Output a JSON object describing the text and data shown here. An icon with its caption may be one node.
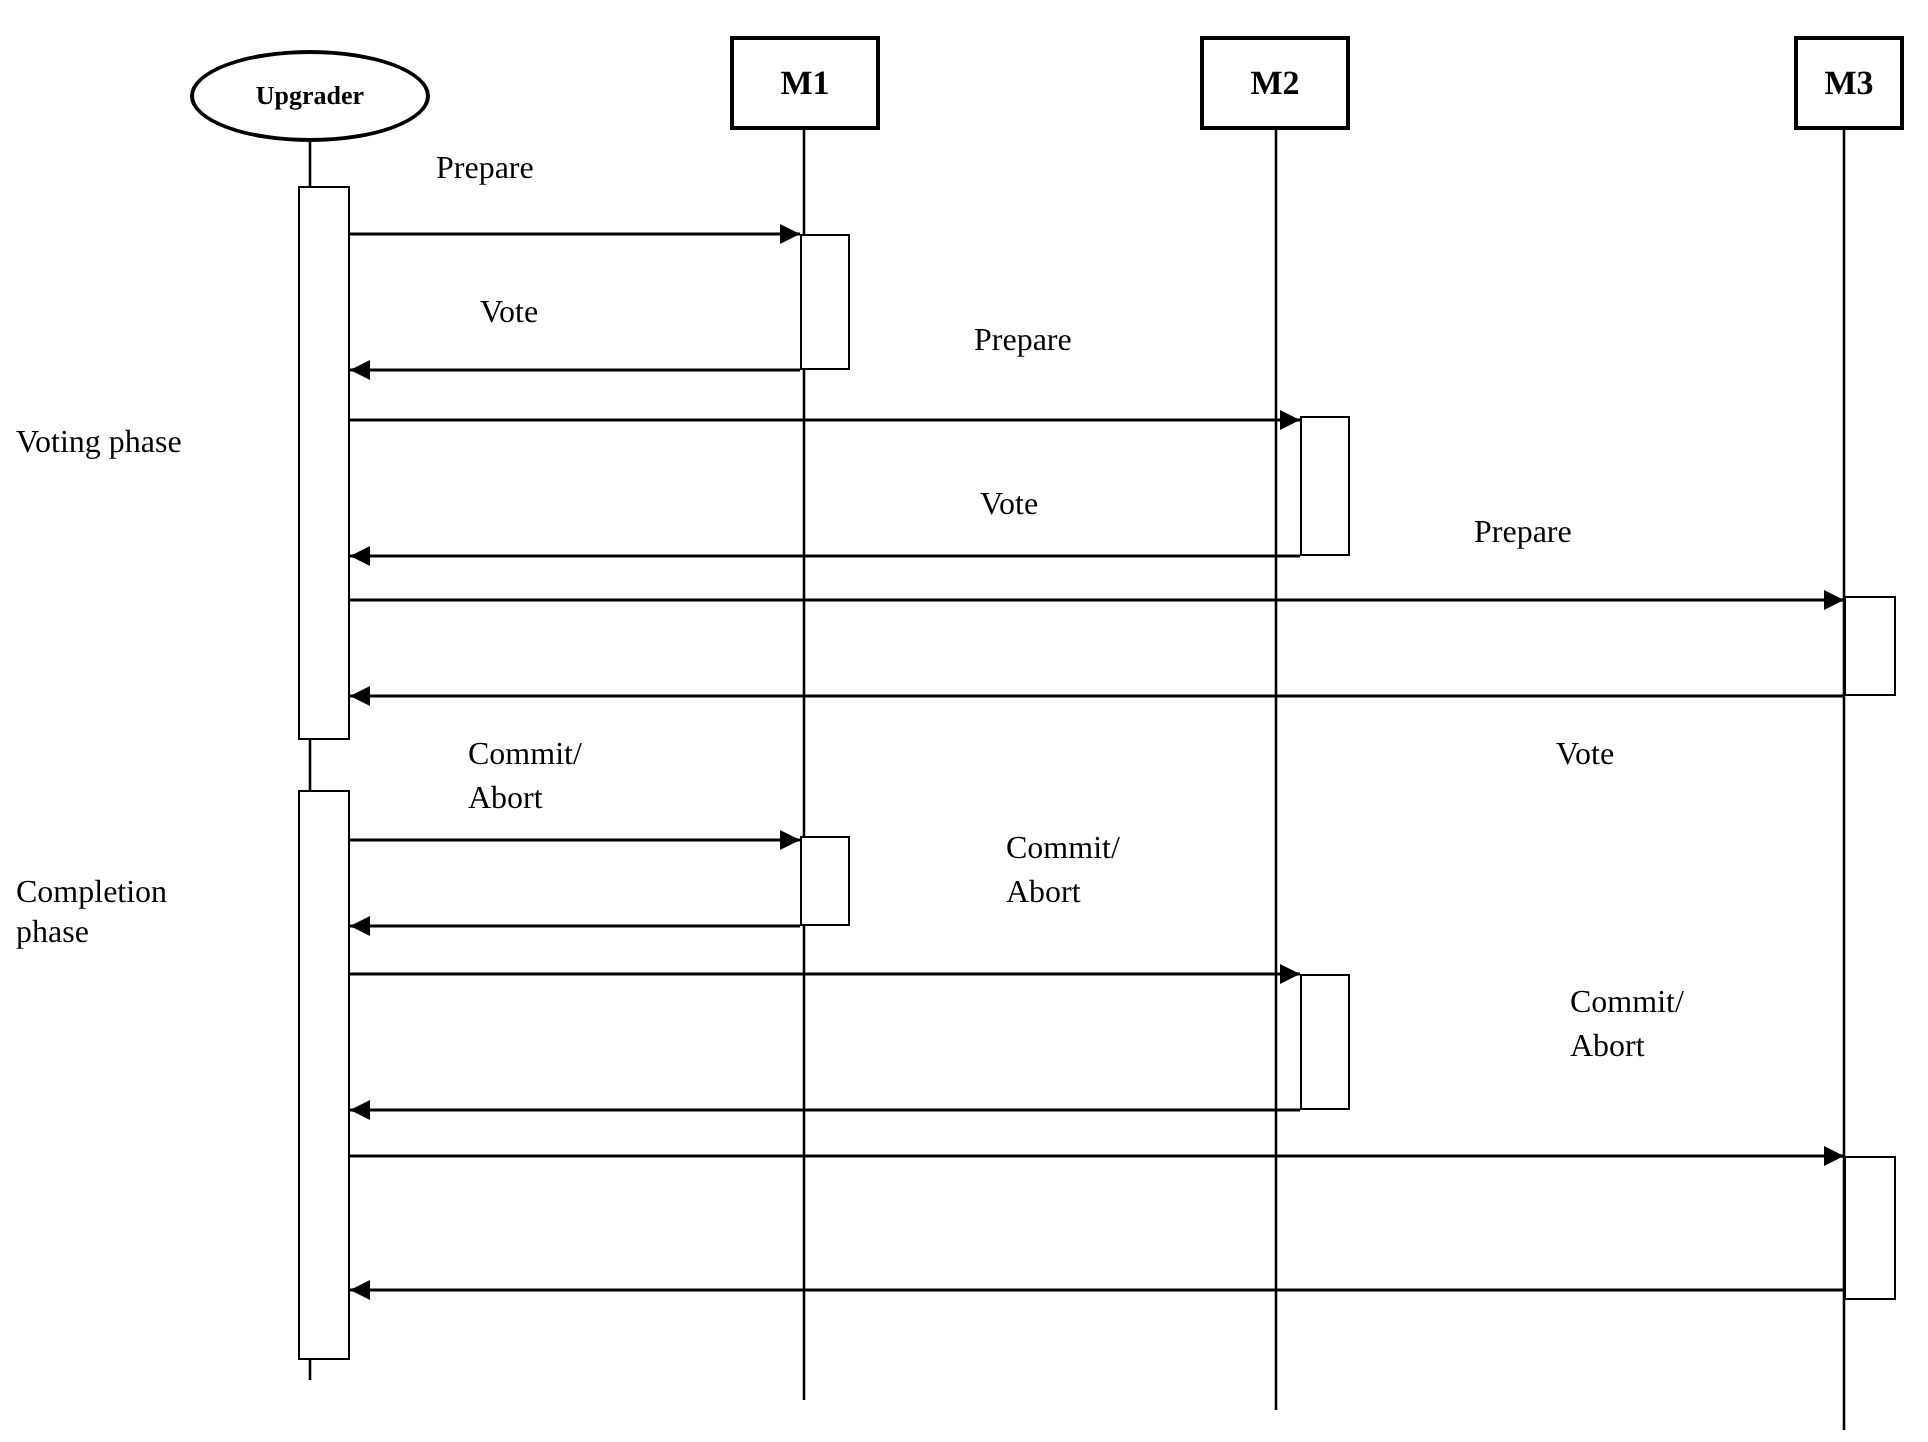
{
  "diagram": {
    "nodes": [
      {
        "text": [
          "Upgrader"
        ]
      },
      {
        "text": [
          "M1"
        ]
      },
      {
        "text": [
          "M2"
        ]
      },
      {
        "text": [
          "M3"
        ]
      },
      {
        "text": [],
        "shape": "bar"
      },
      {
        "text": [],
        "shape": "bar"
      },
      {
        "text": [],
        "shape": "bar"
      },
      {
        "text": [],
        "shape": "bar"
      },
      {
        "text": [],
        "shape": "bar"
      },
      {
        "text": [],
        "shape": "bar"
      },
      {
        "text": [],
        "shape": "bar"
      },
      {
        "text": [],
        "shape": "bar"
      }
    ],
    "edges": [
      {
        "from": 4,
        "to": 5,
        "arrow": "to",
        "label": "Prepare"
      },
      {
        "from": 5,
        "to": 4,
        "arrow": "to",
        "label": "Vote"
      },
      {
        "from": 4,
        "to": 6,
        "arrow": "to",
        "label": "Prepare"
      },
      {
        "from": 6,
        "to": 4,
        "arrow": "to",
        "label": "Vote"
      },
      {
        "from": 4,
        "to": 7,
        "arrow": "to",
        "label": "Prepare"
      },
      {
        "from": 7,
        "to": 4,
        "arrow": "to",
        "label": "Vote"
      },
      {
        "from": 8,
        "to": 9,
        "arrow": "to",
        "label": "Commit/ Abort"
      },
      {
        "from": 9,
        "to": 8,
        "arrow": "to"
      },
      {
        "from": 8,
        "to": 10,
        "arrow": "to",
        "label": "Commit/ Abort"
      },
      {
        "from": 10,
        "to": 8,
        "arrow": "to"
      },
      {
        "from": 8,
        "to": 11,
        "arrow": "to",
        "label": "Commit/ Abort"
      },
      {
        "from": 11,
        "to": 8,
        "arrow": "to"
      }
    ],
    "labels": [
      "Voting phase",
      "Completion phase"
    ]
  }
}
